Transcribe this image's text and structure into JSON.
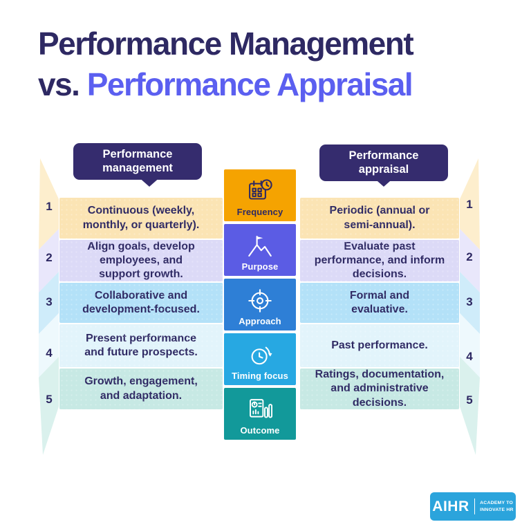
{
  "text_color": "#2e2963",
  "title": {
    "line1": "Performance Management",
    "line2_prefix": "vs. ",
    "line2": "Performance Appraisal",
    "line1_color": "#2e2963",
    "line2_color": "#5b5ff0"
  },
  "columns": {
    "left": {
      "header": "Performance\nmanagement",
      "badge_bg": "#352c6e",
      "badge_text_color": "#ffffff"
    },
    "right": {
      "header": "Performance\nappraisal",
      "badge_bg": "#352c6e",
      "badge_text_color": "#ffffff"
    }
  },
  "categories": [
    {
      "label": "Frequency",
      "icon": "calendar-clock-icon",
      "bg": "#f5a301",
      "label_color": "#2e2963"
    },
    {
      "label": "Purpose",
      "icon": "mountain-flag-icon",
      "bg": "#5b5ce4",
      "label_color": "#ffffff"
    },
    {
      "label": "Approach",
      "icon": "target-icon",
      "bg": "#2e7fd6",
      "label_color": "#ffffff"
    },
    {
      "label": "Timing focus",
      "icon": "clock-arrow-icon",
      "bg": "#27a8e2",
      "label_color": "#ffffff"
    },
    {
      "label": "Outcome",
      "icon": "report-chart-icon",
      "bg": "#12999a",
      "label_color": "#ffffff"
    }
  ],
  "rows": [
    {
      "num": "1",
      "left": "Continuous (weekly,\nmonthly, or quarterly).",
      "right": "Periodic (annual or\nsemi-annual).",
      "bg": "#fbe4b4",
      "edge": "#fdeecd"
    },
    {
      "num": "2",
      "left": "Align goals, develop\nemployees, and\nsupport growth.",
      "right": "Evaluate past\nperformance, and inform\ndecisions.",
      "bg": "#dcdaf7",
      "edge": "#e9e7fb"
    },
    {
      "num": "3",
      "left": "Collaborative and\ndevelopment-focused.",
      "right": "Formal and\nevaluative.",
      "bg": "#b3e1f8",
      "edge": "#cfecfa"
    },
    {
      "num": "4",
      "left": "Present performance\nand future prospects.",
      "right": "Past performance.",
      "bg": "#e2f4fb",
      "edge": "#eef9fd"
    },
    {
      "num": "5",
      "left": "Growth, engagement,\nand adaptation.",
      "right": "Ratings, documentation,\nand administrative\ndecisions.",
      "bg": "#c7e9e4",
      "edge": "#daf1ed"
    }
  ],
  "logo": {
    "brand": "AIHR",
    "tagline": "ACADEMY TO\nINNOVATE HR",
    "bg": "#2ba4dc"
  }
}
